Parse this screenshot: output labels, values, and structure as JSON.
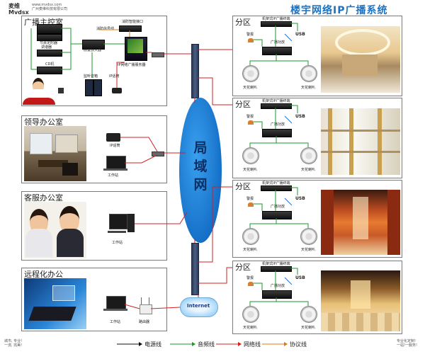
{
  "header": {
    "brand": "麦维",
    "brand_en": "Mvdsx",
    "url": "www.mvdsx.com",
    "company": "广州麦维科技有限公司",
    "title": "楼宇网络IP广播系统"
  },
  "panels": {
    "control_room": {
      "title": "广播主控室",
      "labels": {
        "fire_port": "消防智能接口",
        "fire_signal": "消防信号线",
        "timer": "节目定时器",
        "tuner": "调谐器",
        "cd": "CD机",
        "amplifier": "前置放大器",
        "server": "IP网络广播服务器",
        "monitor": "监听音箱",
        "ip_mic": "IP话筒"
      }
    },
    "leader_office": {
      "title": "领导办公室",
      "labels": {
        "ip_phone": "IP话筒",
        "workstation": "工作站"
      }
    },
    "service_office": {
      "title": "客服办公室",
      "labels": {
        "workstation": "工作站"
      }
    },
    "remote_office": {
      "title": "远程化办公",
      "labels": {
        "workstation": "工作站",
        "router": "路由器"
      }
    }
  },
  "zones": [
    {
      "title": "分区",
      "terminal": "机架式IP广播终端",
      "alarm": "警报",
      "usb": "USB",
      "amp": "广播功放",
      "speaker_left": "天花喇叭",
      "speaker_right": "天花喇叭"
    },
    {
      "title": "分区",
      "terminal": "机架式IP广播终端",
      "alarm": "警报",
      "usb": "USB",
      "amp": "广播功放",
      "speaker_left": "天花喇叭",
      "speaker_right": "天花喇叭"
    },
    {
      "title": "分区",
      "terminal": "机架式IP广播终端",
      "alarm": "警报",
      "usb": "USB",
      "amp": "广播功放",
      "speaker_left": "天花喇叭",
      "speaker_right": "天花喇叭"
    },
    {
      "title": "分区",
      "terminal": "机架式IP广播终端",
      "alarm": "警报",
      "usb": "USB",
      "amp": "广播功放",
      "speaker_left": "天花喇叭",
      "speaker_right": "天花喇叭"
    }
  ],
  "network": {
    "lan": "局域网",
    "internet": "Internet"
  },
  "legend": [
    {
      "label": "电源线",
      "color": "#111111"
    },
    {
      "label": "音频线",
      "color": "#1a9a2a"
    },
    {
      "label": "网络线",
      "color": "#d42020"
    },
    {
      "label": "协议线",
      "color": "#e07a10"
    }
  ],
  "footer": {
    "left_line1": "城市, 专业!",
    "left_line2": "一流, 完美!",
    "right_line1": "专业化定制!",
    "right_line2": "一站!一服务!"
  }
}
